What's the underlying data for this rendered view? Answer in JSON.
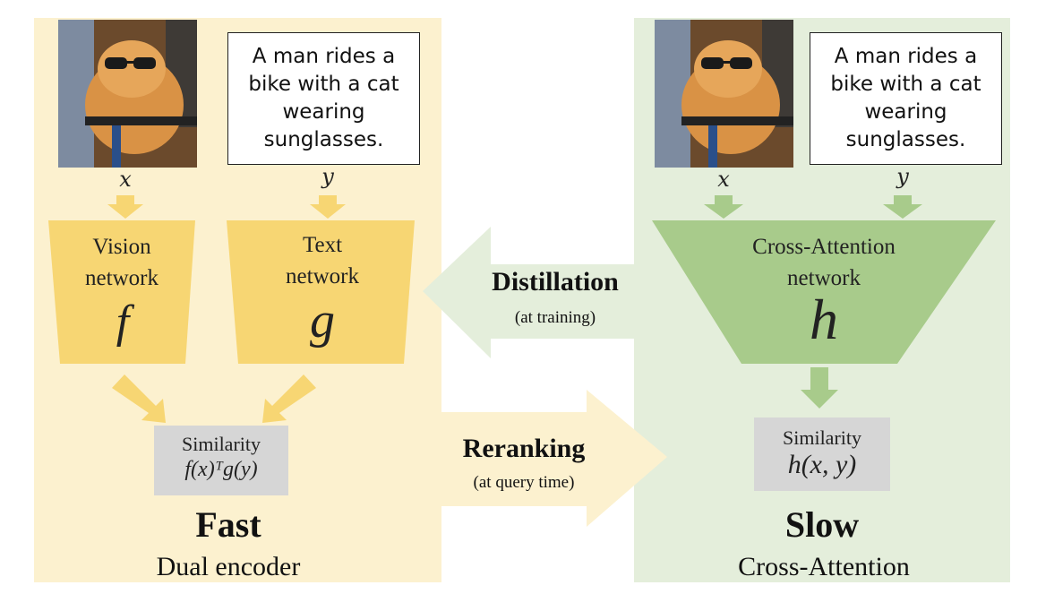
{
  "colors": {
    "fast_panel": "#fcf1cf",
    "slow_panel": "#e4eedb",
    "fast_accent": "#f7d673",
    "slow_accent": "#a8cb8b",
    "similarity_box": "#d6d6d6"
  },
  "fast": {
    "caption": "A man rides a bike with a cat wearing sunglasses.",
    "image_var": "x",
    "text_var": "y",
    "vision_network": {
      "label": "Vision network",
      "func": "f"
    },
    "text_network": {
      "label": "Text network",
      "func": "g"
    },
    "similarity": {
      "label": "Similarity",
      "formula": "f(x)ᵀg(y)"
    },
    "title": "Fast",
    "subtitle": "Dual encoder"
  },
  "slow": {
    "caption": "A man rides a bike with a cat wearing sunglasses.",
    "image_var": "x",
    "text_var": "y",
    "network": {
      "label": "Cross-Attention network",
      "func": "h"
    },
    "similarity": {
      "label": "Similarity",
      "formula": "h(x, y)"
    },
    "title": "Slow",
    "subtitle": "Cross-Attention"
  },
  "distillation": {
    "label": "Distillation",
    "sub": "(at training)"
  },
  "reranking": {
    "label": "Reranking",
    "sub": "(at query time)"
  }
}
